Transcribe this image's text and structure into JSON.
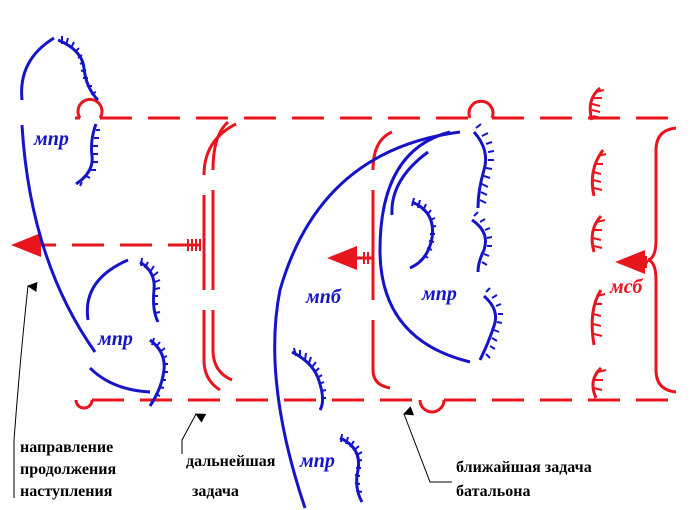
{
  "colors": {
    "friendly": "#1414c8",
    "enemy": "#e8141e",
    "annotation": "#000000"
  },
  "units": {
    "mpr_top": "мпр",
    "mpr_left": "мпр",
    "mpb": "мпб",
    "mpr_center": "мпр",
    "msb": "мсб",
    "mpr_bottom": "мпр"
  },
  "captions": {
    "direction_line1": "направление",
    "direction_line2": "продолжения",
    "direction_line3": "наступления",
    "far_task_line1": "дальнейшая",
    "far_task_line2": "задача",
    "near_task_line1": "ближайшая задача",
    "near_task_line2": "батальона"
  }
}
